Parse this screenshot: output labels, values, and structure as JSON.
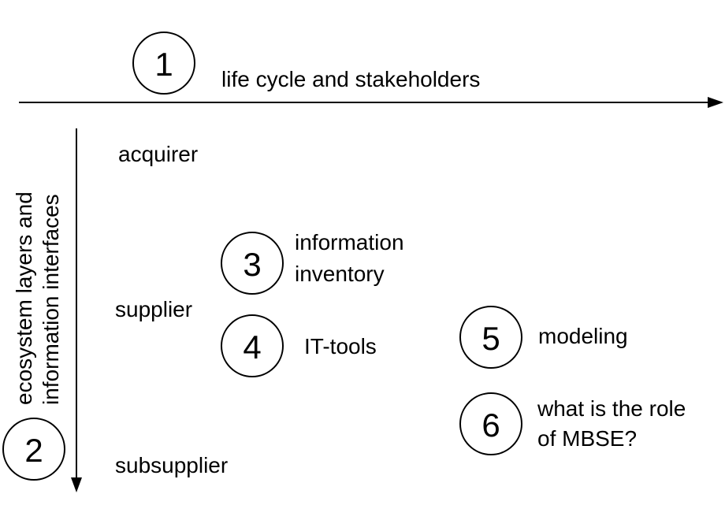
{
  "horizontal_axis": {
    "number": "1",
    "label": "life cycle and stakeholders"
  },
  "vertical_axis": {
    "number": "2",
    "label_line1": "ecosystem layers and",
    "label_line2": "information interfaces"
  },
  "layers": {
    "acquirer": "acquirer",
    "supplier": "supplier",
    "subsupplier": "subsupplier"
  },
  "topics": [
    {
      "number": "3",
      "line1": "information",
      "line2": "inventory"
    },
    {
      "number": "4",
      "line1": "IT-tools"
    },
    {
      "number": "5",
      "line1": "modeling"
    },
    {
      "number": "6",
      "line1": "what is the role",
      "line2": "of MBSE?"
    }
  ]
}
